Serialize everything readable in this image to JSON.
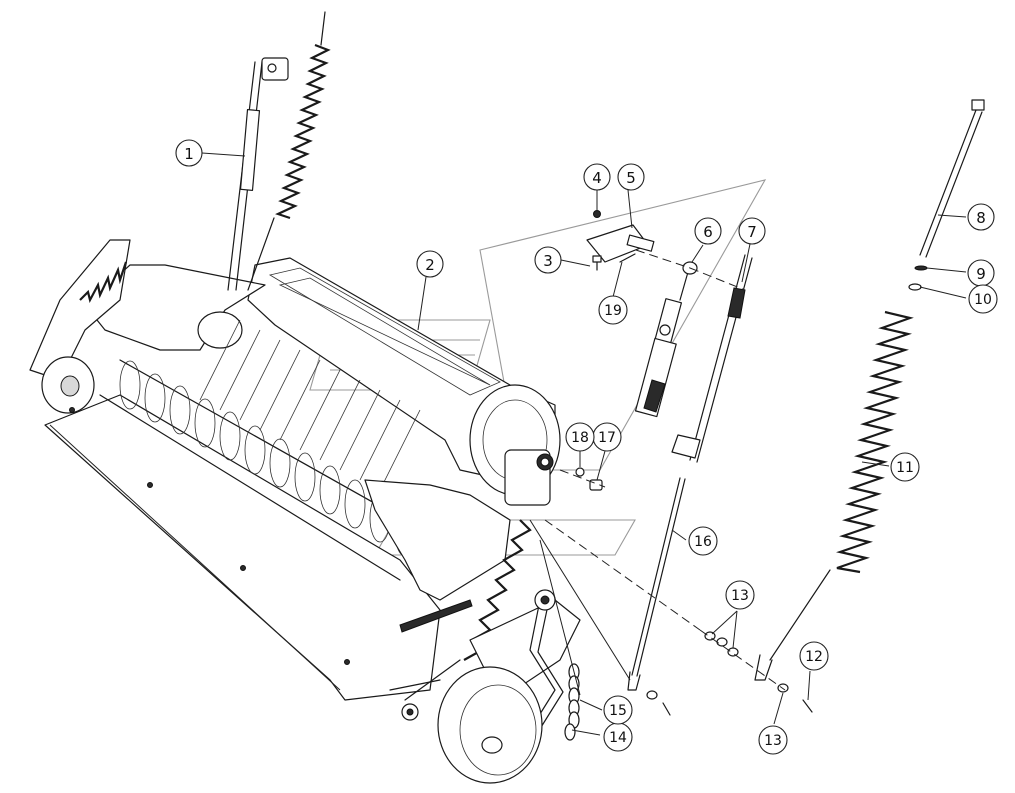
{
  "diagram": {
    "callouts": [
      "1",
      "2",
      "3",
      "4",
      "5",
      "6",
      "7",
      "8",
      "9",
      "10",
      "11",
      "12",
      "13",
      "13",
      "13",
      "14",
      "15",
      "16",
      "17",
      "18",
      "19"
    ]
  }
}
